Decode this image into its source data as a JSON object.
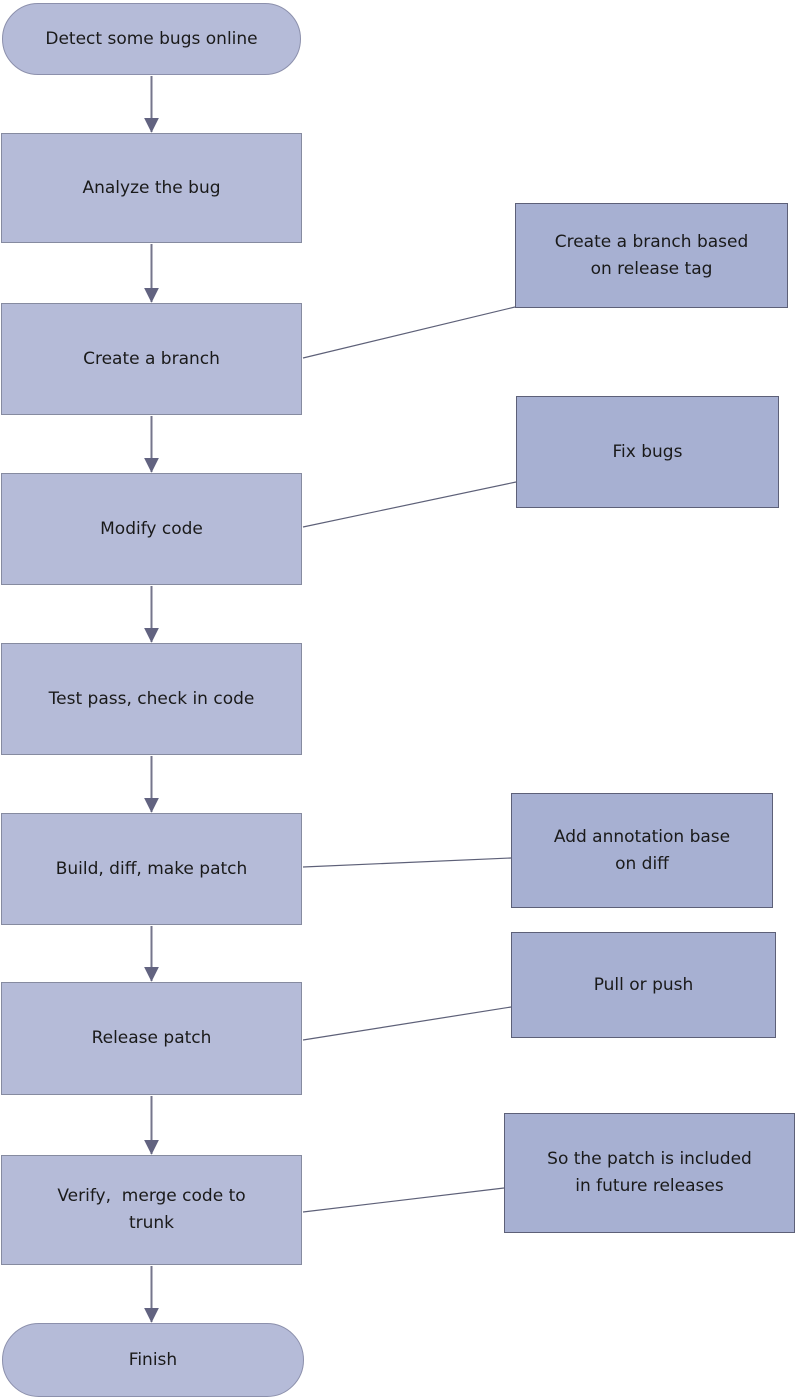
{
  "diagram": {
    "type": "flowchart",
    "background_color": "#ffffff",
    "colors": {
      "main_node_fill": "#b5bbd8",
      "main_node_border": "#868ba0",
      "note_fill": "#a7b0d2",
      "note_border": "#5d6078",
      "arrow_shaft": "#75768c",
      "arrow_head": "#626380",
      "connector_line": "#5d6078",
      "text": "#1a1a1a"
    },
    "main_nodes": [
      {
        "id": "start",
        "shape": "stadium",
        "label": "Detect some bugs online"
      },
      {
        "id": "analyze",
        "shape": "rect",
        "label": "Analyze the bug"
      },
      {
        "id": "create-branch",
        "shape": "rect",
        "label": "Create a branch"
      },
      {
        "id": "modify-code",
        "shape": "rect",
        "label": "Modify code"
      },
      {
        "id": "test-pass",
        "shape": "rect",
        "label": "Test pass, check in code"
      },
      {
        "id": "build-diff",
        "shape": "rect",
        "label": "Build, diff, make patch"
      },
      {
        "id": "release-patch",
        "shape": "rect",
        "label": "Release patch"
      },
      {
        "id": "verify-merge",
        "shape": "rect",
        "label": "Verify,  merge code to\ntrunk"
      },
      {
        "id": "finish",
        "shape": "stadium",
        "label": "Finish"
      }
    ],
    "side_notes": [
      {
        "id": "note-create-branch",
        "attached_to": "create-branch",
        "label": "Create a branch based\non release tag"
      },
      {
        "id": "note-fix-bugs",
        "attached_to": "modify-code",
        "label": "Fix bugs"
      },
      {
        "id": "note-annotation",
        "attached_to": "build-diff",
        "label": "Add annotation base\non diff"
      },
      {
        "id": "note-pull-push",
        "attached_to": "release-patch",
        "label": "Pull or push"
      },
      {
        "id": "note-future-releases",
        "attached_to": "verify-merge",
        "label": "So the patch is included\nin future releases"
      }
    ],
    "edges": [
      {
        "from": "start",
        "to": "analyze",
        "type": "arrow"
      },
      {
        "from": "analyze",
        "to": "create-branch",
        "type": "arrow"
      },
      {
        "from": "create-branch",
        "to": "modify-code",
        "type": "arrow"
      },
      {
        "from": "modify-code",
        "to": "test-pass",
        "type": "arrow"
      },
      {
        "from": "test-pass",
        "to": "build-diff",
        "type": "arrow"
      },
      {
        "from": "build-diff",
        "to": "release-patch",
        "type": "arrow"
      },
      {
        "from": "release-patch",
        "to": "verify-merge",
        "type": "arrow"
      },
      {
        "from": "verify-merge",
        "to": "finish",
        "type": "arrow"
      },
      {
        "from": "create-branch",
        "to": "note-create-branch",
        "type": "line"
      },
      {
        "from": "modify-code",
        "to": "note-fix-bugs",
        "type": "line"
      },
      {
        "from": "build-diff",
        "to": "note-annotation",
        "type": "line"
      },
      {
        "from": "release-patch",
        "to": "note-pull-push",
        "type": "line"
      },
      {
        "from": "verify-merge",
        "to": "note-future-releases",
        "type": "line"
      }
    ]
  }
}
